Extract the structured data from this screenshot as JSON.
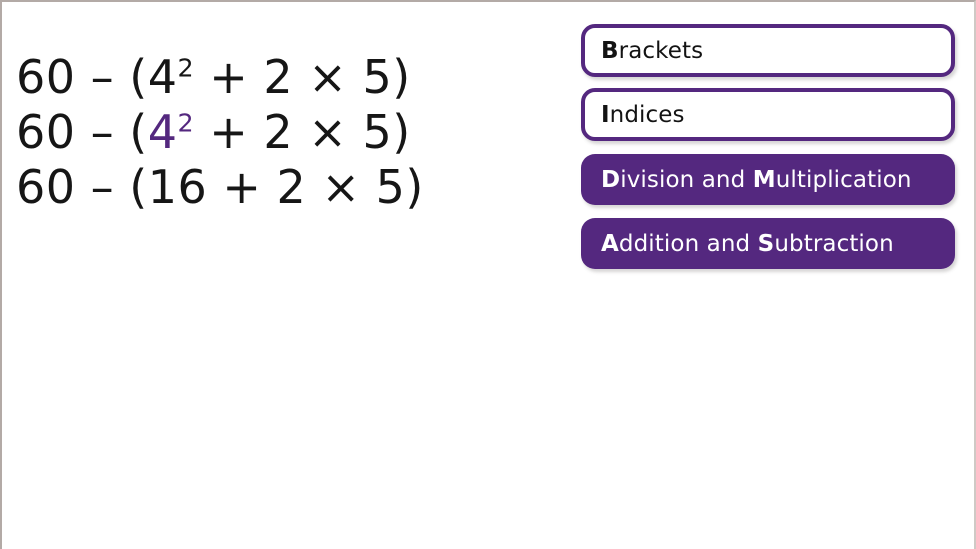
{
  "slide": {
    "background_color": "#ffffff",
    "accent_color": "#54287f",
    "text_color": "#161616"
  },
  "expression": {
    "lines": [
      {
        "id": "line-1",
        "plain": "60 – (4² + 2 × 5)",
        "prefix": "60 – (",
        "base": "4",
        "exponent": "2",
        "suffix": " + 2 × 5)",
        "highlight": false
      },
      {
        "id": "line-2",
        "plain": "60 – (4² + 2 × 5)",
        "prefix": "60 – (",
        "base": "4",
        "exponent": "2",
        "suffix": " + 2 × 5)",
        "highlight": true
      },
      {
        "id": "line-3",
        "plain": "60 – (16 + 2 × 5)",
        "prefix": "60 – (16",
        "base": "",
        "exponent": "",
        "suffix": " + 2 × 5)",
        "highlight": false
      }
    ]
  },
  "bidmas": {
    "items": [
      {
        "initial": "B",
        "rest": "rackets",
        "style": "outline"
      },
      {
        "initial": "I",
        "rest": "ndices",
        "style": "outline"
      },
      {
        "initial": "D",
        "rest": "ivision and ",
        "initial2": "M",
        "rest2": "ultiplication",
        "style": "filled"
      },
      {
        "initial": "A",
        "rest": "ddition and ",
        "initial2": "S",
        "rest2": "ubtraction",
        "style": "filled"
      }
    ]
  }
}
